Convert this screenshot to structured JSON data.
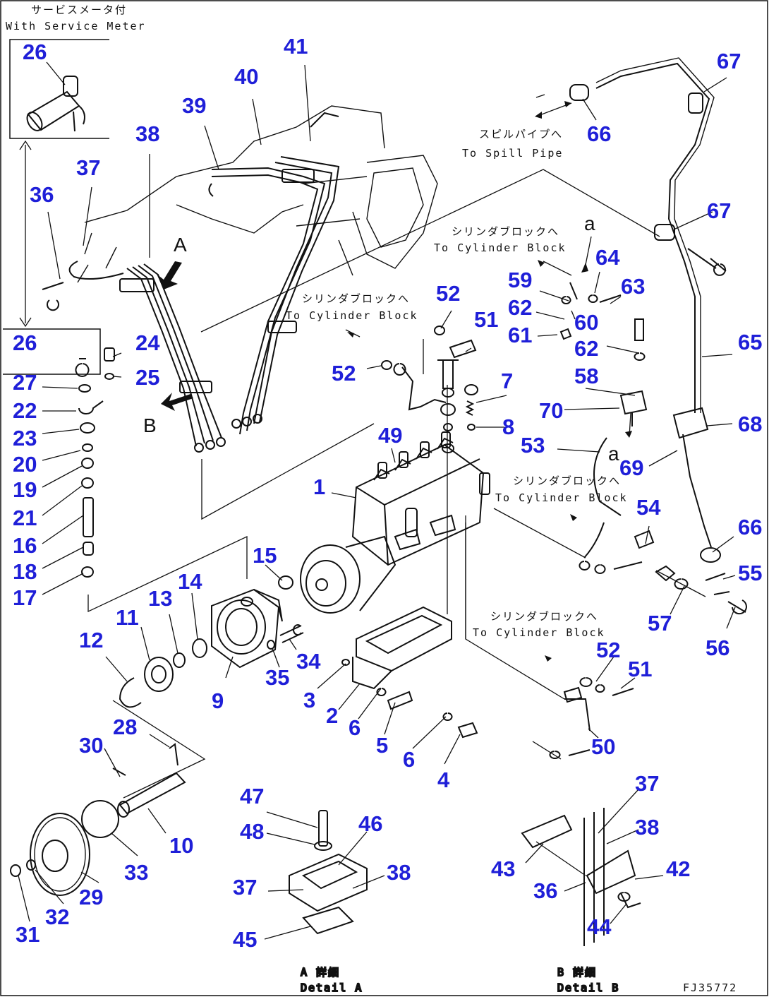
{
  "drawing": {
    "code": "FJ35772",
    "inset_caption_jp": "サービスメータ付",
    "inset_caption_en": "With Service Meter",
    "to_spill_pipe_jp": "スピルパイプへ",
    "to_spill_pipe_en": "To Spill Pipe",
    "to_cyl_1_jp": "シリンダブロックへ",
    "to_cyl_1_en": "To Cylinder Block",
    "to_cyl_2_jp": "シリンダブロックへ",
    "to_cyl_2_en": "To Cylinder Block",
    "to_cyl_3_jp": "シリンダブロックへ",
    "to_cyl_3_en": "To Cylinder Block",
    "to_cyl_4_jp": "シリンダブロックへ",
    "to_cyl_4_en": "To Cylinder Block",
    "detail_a_jp": "A 詳細",
    "detail_a_en": "Detail A",
    "detail_b_jp": "B 詳細",
    "detail_b_en": "Detail B",
    "arrow_a": "A",
    "arrow_b": "B",
    "ref_a_1": "a",
    "ref_a_2": "a"
  },
  "callouts": [
    "1",
    "2",
    "3",
    "4",
    "5",
    "6",
    "6",
    "7",
    "8",
    "9",
    "10",
    "11",
    "12",
    "13",
    "14",
    "15",
    "16",
    "17",
    "18",
    "19",
    "20",
    "21",
    "22",
    "23",
    "24",
    "25",
    "26",
    "26",
    "27",
    "28",
    "29",
    "30",
    "31",
    "32",
    "33",
    "34",
    "35",
    "36",
    "36",
    "37",
    "37",
    "37",
    "38",
    "38",
    "38",
    "39",
    "40",
    "41",
    "42",
    "43",
    "44",
    "45",
    "46",
    "47",
    "48",
    "49",
    "50",
    "51",
    "51",
    "52",
    "52",
    "52",
    "52",
    "53",
    "54",
    "55",
    "56",
    "57",
    "58",
    "59",
    "60",
    "61",
    "62",
    "62",
    "63",
    "64",
    "65",
    "66",
    "66",
    "67",
    "67",
    "68",
    "69",
    "70"
  ],
  "colors": {
    "callout": "#1f1fd8",
    "line": "#111111",
    "background": "#ffffff"
  }
}
